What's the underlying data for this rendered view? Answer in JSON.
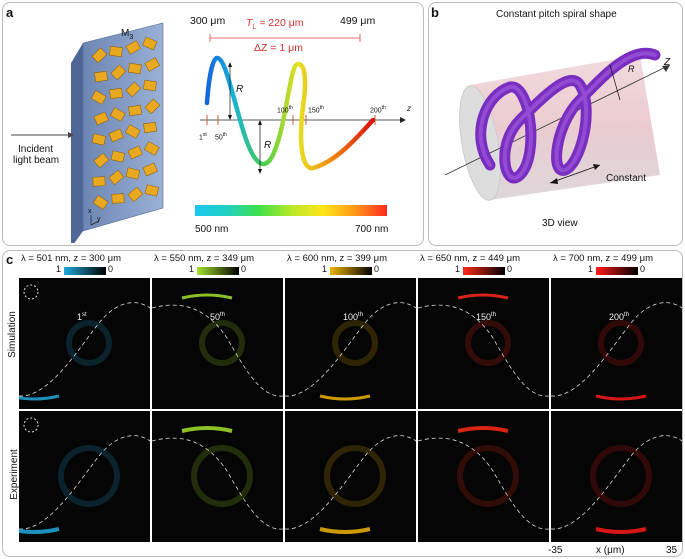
{
  "panels": {
    "a": "a",
    "b": "b",
    "c": "c"
  },
  "panel_a": {
    "metasurface_label": "M",
    "metasurface_sub": "3",
    "incident_label_1": "Incident",
    "incident_label_2": "light beam",
    "axis_x": "x",
    "axis_y": "y",
    "start_z": "300 μm",
    "end_z": "499 μm",
    "TL_label": "T",
    "TL_sub": "L",
    "TL_value": " = 220 μm",
    "dz_label": "ΔZ = 1 μm",
    "R_top": "R",
    "R_bottom": "R",
    "z_axis": "z",
    "ticks": [
      {
        "main": "1",
        "sup": "st"
      },
      {
        "main": "50",
        "sup": "th"
      },
      {
        "main": "100",
        "sup": "th"
      },
      {
        "main": "150",
        "sup": "th"
      },
      {
        "main": "200",
        "sup": "th"
      }
    ],
    "wl_min": "500 nm",
    "wl_max": "700 nm"
  },
  "panel_b": {
    "title": "Constant pitch spiral shape",
    "R": "R",
    "z": "Z",
    "constant": "Constant",
    "view": "3D view"
  },
  "panel_c": {
    "columns": [
      {
        "header": "λ = 501 nm, z = 300 μm",
        "ordinal": "1",
        "sup": "st",
        "cb_max": "1",
        "cb_min": "0",
        "color": "#22aadd"
      },
      {
        "header": "λ = 550 nm, z = 349 μm",
        "ordinal": "50",
        "sup": "th",
        "cb_max": "1",
        "cb_min": "0",
        "color": "#a6e22e"
      },
      {
        "header": "λ = 600 nm, z = 399 μm",
        "ordinal": "100",
        "sup": "th",
        "cb_max": "1",
        "cb_min": "0",
        "color": "#f0b400"
      },
      {
        "header": "λ = 650 nm, z = 449 μm",
        "ordinal": "150",
        "sup": "th",
        "cb_max": "1",
        "cb_min": "0",
        "color": "#ff2a1a"
      },
      {
        "header": "λ = 700 nm, z = 499 μm",
        "ordinal": "200",
        "sup": "th",
        "cb_max": "1",
        "cb_min": "0",
        "color": "#ff1a1a"
      }
    ],
    "row_labels": [
      "Simulation",
      "Experiment"
    ],
    "x_min": "-35",
    "x_max": "35",
    "x_label": "x (μm)"
  }
}
